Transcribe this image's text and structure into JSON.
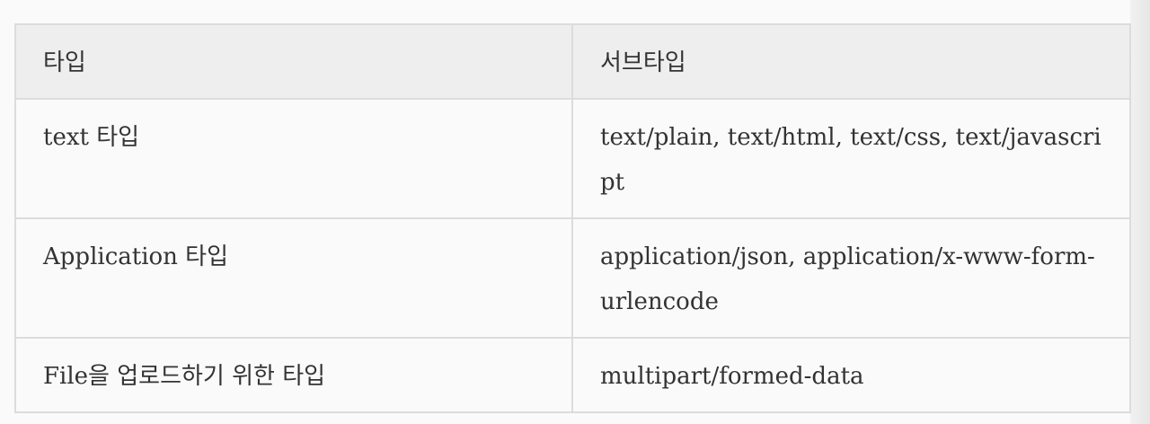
{
  "table": {
    "headers": [
      "타입",
      "서브타입"
    ],
    "rows": [
      {
        "type": "text 타입",
        "subtype": "text/plain, text/html, text/css, text/javascript"
      },
      {
        "type": "Application 타입",
        "subtype": "application/json, application/x-www-form-urlencode"
      },
      {
        "type": "File을 업로드하기 위한 타입",
        "subtype": "multipart/formed-data"
      }
    ]
  }
}
